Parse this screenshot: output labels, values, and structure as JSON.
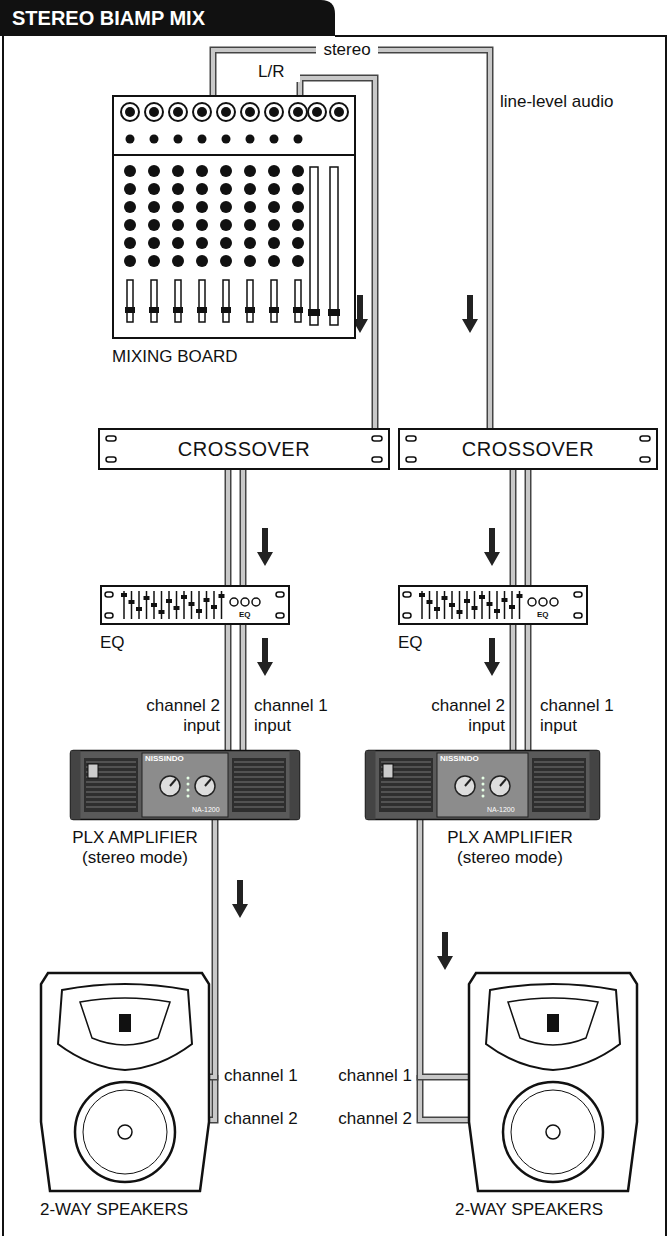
{
  "diagram": {
    "title": "STEREO BIAMP MIX",
    "nodes": [
      {
        "text": [
          "MIXING BOARD"
        ]
      },
      {
        "text": [
          "CROSSOVER"
        ]
      },
      {
        "text": [
          "CROSSOVER"
        ]
      },
      {
        "text": [
          "EQ"
        ]
      },
      {
        "text": [
          "EQ"
        ]
      },
      {
        "text": [
          "PLX AMPLIFIER (stereo mode)"
        ]
      },
      {
        "text": [
          "PLX AMPLIFIER (stereo mode)"
        ]
      },
      {
        "text": [
          "2-WAY SPEAKERS"
        ]
      },
      {
        "text": [
          "2-WAY SPEAKERS"
        ]
      }
    ],
    "edges": [
      {
        "from": 0,
        "to": 1,
        "label": "L/R",
        "arrow": "none"
      },
      {
        "from": 0,
        "to": 2,
        "label": "stereo",
        "arrow": "none"
      },
      {
        "from": 1,
        "to": 3,
        "arrow": "none"
      },
      {
        "from": 1,
        "to": 3,
        "arrow": "none"
      },
      {
        "from": 2,
        "to": 4,
        "arrow": "none"
      },
      {
        "from": 2,
        "to": 4,
        "arrow": "none"
      },
      {
        "from": 3,
        "to": 5,
        "label": "channel 2 input",
        "arrow": "none"
      },
      {
        "from": 3,
        "to": 5,
        "label": "channel 1 input",
        "arrow": "none"
      },
      {
        "from": 4,
        "to": 6,
        "label": "channel 2 input",
        "arrow": "none"
      },
      {
        "from": 4,
        "to": 6,
        "label": "channel 1 input",
        "arrow": "none"
      },
      {
        "from": 5,
        "to": 7,
        "arrow": "none"
      },
      {
        "from": 6,
        "to": 8,
        "arrow": "none"
      }
    ],
    "labels": [
      "line-level audio",
      "channel 1",
      "channel 2",
      "channel 1",
      "channel 2",
      "NISSINDO",
      "NA-1200",
      "NISSINDO",
      "NA-1200",
      "EQ",
      "EQ"
    ]
  }
}
